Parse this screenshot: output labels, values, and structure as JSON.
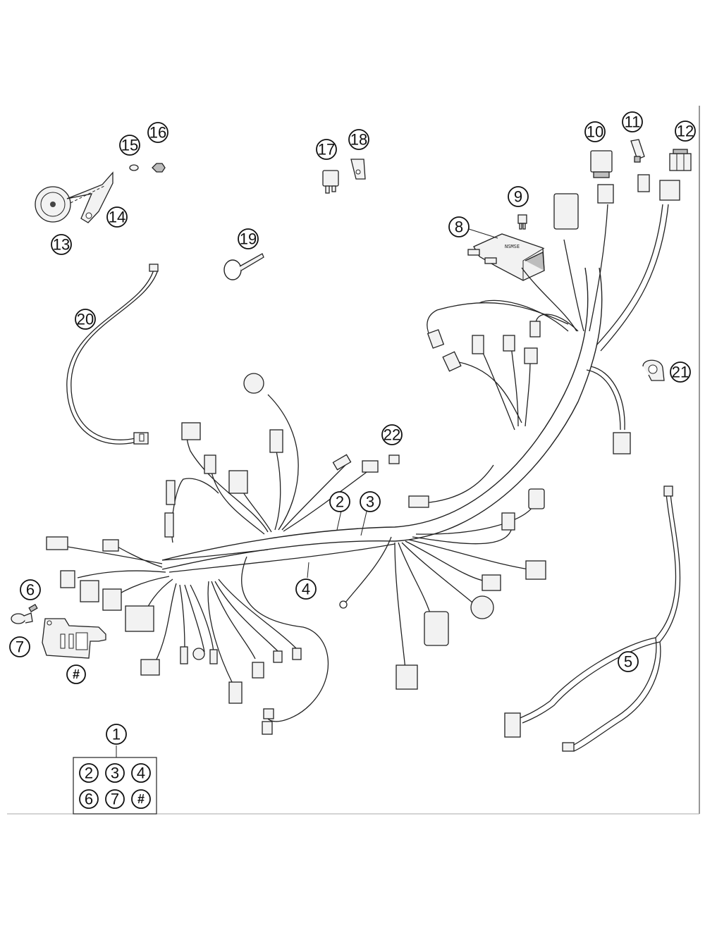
{
  "callouts": {
    "c1": "1",
    "c2": "2",
    "c3": "3",
    "c4": "4",
    "c5": "5",
    "c6": "6",
    "c7": "7",
    "c8": "8",
    "c9": "9",
    "c10": "10",
    "c11": "11",
    "c12": "12",
    "c13": "13",
    "c14": "14",
    "c15": "15",
    "c16": "16",
    "c17": "17",
    "c18": "18",
    "c19": "19",
    "c20": "20",
    "c21": "21",
    "c22": "22",
    "chash": "#"
  },
  "kit_box": {
    "row1": [
      "2",
      "3",
      "4"
    ],
    "row2": [
      "6",
      "7",
      "#"
    ]
  },
  "colors": {
    "line": "#222222",
    "fill": "#f2f2f2",
    "background": "#ffffff"
  },
  "icons": [
    "horn-icon",
    "relay-icon",
    "fuse-icon",
    "cable-tie-icon",
    "connector-icon",
    "cable-clip-icon",
    "bracket-icon"
  ]
}
